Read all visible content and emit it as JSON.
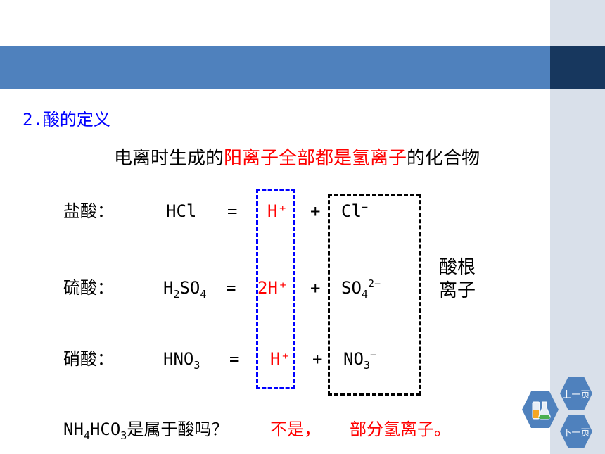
{
  "section_title": "2.酸的定义",
  "definition": {
    "part1": "电离时生成的",
    "part2": "阳离子全部都是氢离子",
    "part3": "的化合物"
  },
  "rows": [
    {
      "name": "盐酸：",
      "formula_main": "HCl",
      "formula_sub": "",
      "formula_tail": "",
      "equals": "=",
      "cation": "H⁺",
      "plus": "+",
      "anion_main": "Cl",
      "anion_sub": "",
      "anion_sup": "−"
    },
    {
      "name": "硫酸：",
      "formula_main": "H",
      "formula_sub": "2",
      "formula_tail": "SO",
      "formula_sub2": "4",
      "equals": "=",
      "cation": "2H⁺",
      "plus": "+",
      "anion_main": "SO",
      "anion_sub": "4",
      "anion_sup": "2−"
    },
    {
      "name": "硝酸：",
      "formula_main": "HNO",
      "formula_sub": "3",
      "formula_tail": "",
      "equals": "=",
      "cation": "H⁺",
      "plus": "+",
      "anion_main": "NO",
      "anion_sub": "3",
      "anion_sup": "−"
    }
  ],
  "acid_radical_label_line1": "酸根",
  "acid_radical_label_line2": "离子",
  "question": {
    "nh": "NH",
    "nh_sub": "4",
    "hco": "HCO",
    "hco_sub": "3",
    "rest": "是属于酸吗？",
    "answer1": "不是，",
    "answer2": "部分氢离子。"
  },
  "nav": {
    "prev_label": "上一页",
    "next_label": "下一页",
    "icon": "flask-icon"
  },
  "colors": {
    "band": "#4f81bd",
    "band_dark": "#17375e",
    "side": "#d9e0ea",
    "accent_red": "#ff0000",
    "title_blue": "#0000ff"
  }
}
